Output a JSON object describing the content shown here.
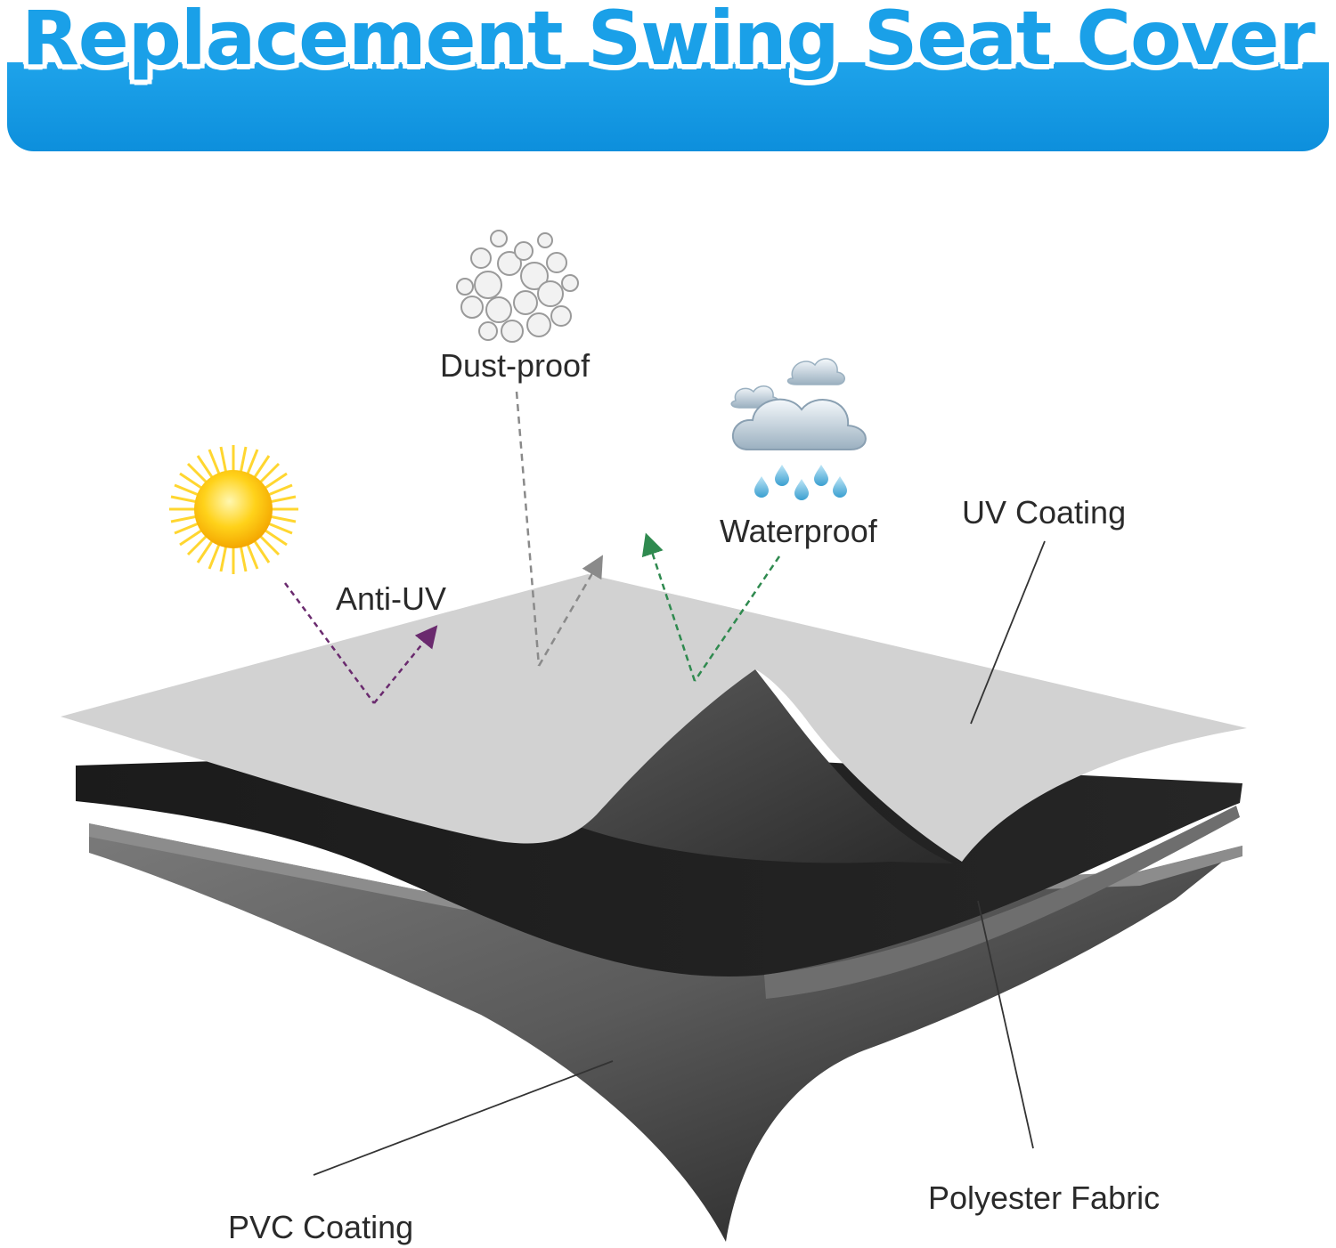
{
  "header": {
    "title": "Replacement Swing Seat Cover"
  },
  "labels": {
    "dust_proof": "Dust-proof",
    "waterproof": "Waterproof",
    "anti_uv": "Anti-UV",
    "uv_coating": "UV Coating",
    "polyester_fabric": "Polyester Fabric",
    "pvc_coating": "PVC Coating"
  },
  "icons": {
    "sun": "sun-icon",
    "dust": "dust-particles-icon",
    "rain": "rain-cloud-icon"
  },
  "colors": {
    "banner": "#1ea3ea",
    "title_fill": "#1aa0e8",
    "uv_layer": "#d3d3d3",
    "polyester_layer": "#1e1e1e",
    "pvc_layer": "#6b6b6b",
    "anti_uv_arrow": "#6a2a6e",
    "dust_arrow": "#8a8a8a",
    "water_arrow": "#2f8a4f"
  }
}
